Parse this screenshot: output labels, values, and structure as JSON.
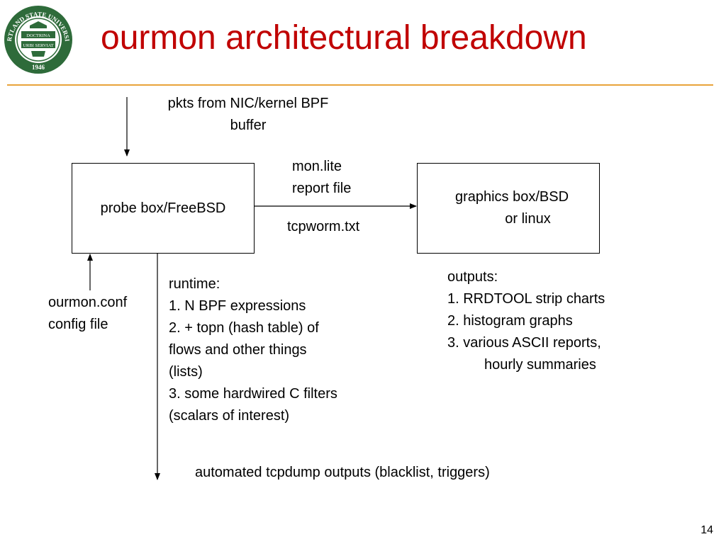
{
  "title": "ourmon architectural breakdown",
  "logo": {
    "text_top": "PORTLAND STATE UNIVERSITY",
    "text_year": "1946",
    "text_center": [
      "DOCTRINA",
      "URBI SERVIAT"
    ]
  },
  "diagram": {
    "input_label": [
      "pkts from NIC/kernel BPF",
      "buffer"
    ],
    "probe_box": "probe box/FreeBSD",
    "graphics_box": [
      "graphics box/BSD",
      "or linux"
    ],
    "flow_label_top": [
      "mon.lite",
      "report file"
    ],
    "flow_label_bottom": "tcpworm.txt",
    "config_label": [
      "ourmon.conf",
      "config file"
    ],
    "runtime": [
      "runtime:",
      "1. N BPF expressions",
      "2. + topn (hash table) of",
      "flows and other things",
      "(lists)",
      "3. some hardwired C filters",
      "(scalars of interest)"
    ],
    "outputs": [
      "outputs:",
      "1. RRDTOOL strip charts",
      "2. histogram graphs",
      "3. various ASCII reports,",
      "hourly summaries"
    ],
    "tcpdump_label": "automated tcpdump outputs (blacklist, triggers)"
  },
  "colors": {
    "title": "#c00000",
    "rule": "#e8a33a",
    "logo": "#2e6b3a"
  },
  "page_number": "14"
}
